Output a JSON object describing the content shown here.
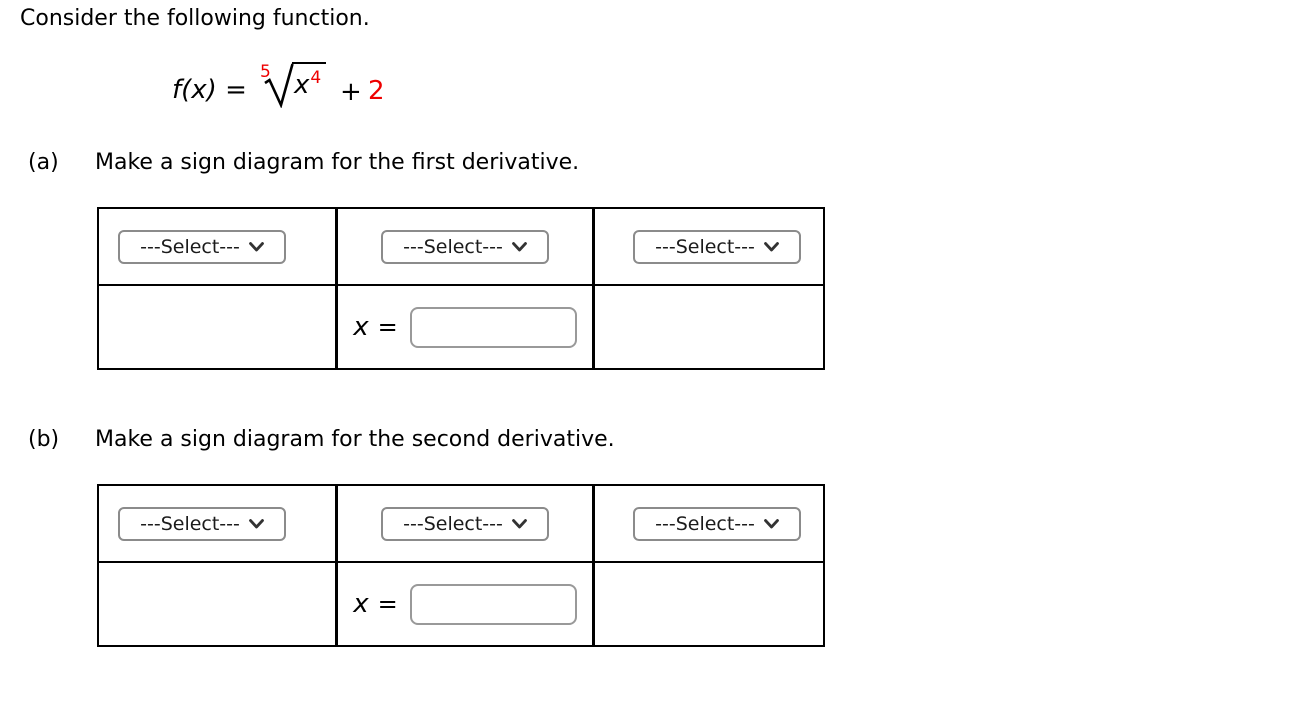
{
  "page": {
    "intro_text": "Consider the following function.",
    "accent_red": "#ee0000",
    "table_border_color": "#000000"
  },
  "formula": {
    "lhs": "f(x) = ",
    "root_index": "5",
    "radicand_base": "x",
    "radicand_exponent": "4",
    "plus": "+",
    "constant": "2"
  },
  "parts": [
    {
      "label": "(a)",
      "prompt": "Make a sign diagram for the first derivative.",
      "sign_table": {
        "select_left": "---Select---",
        "select_middle": "---Select---",
        "select_right": "---Select---",
        "x_label": "x",
        "equals": "=",
        "input_value": ""
      }
    },
    {
      "label": "(b)",
      "prompt": "Make a sign diagram for the second derivative.",
      "sign_table": {
        "select_left": "---Select---",
        "select_middle": "---Select---",
        "select_right": "---Select---",
        "x_label": "x",
        "equals": "=",
        "input_value": ""
      }
    }
  ]
}
